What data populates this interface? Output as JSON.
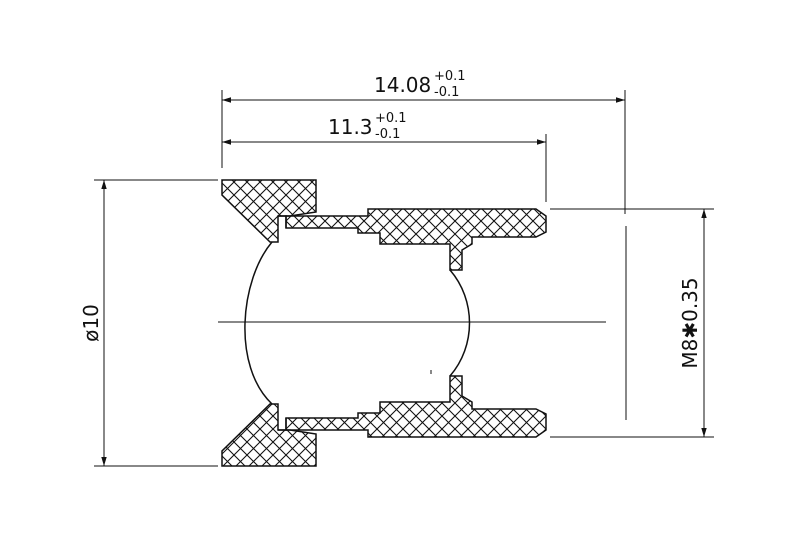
{
  "dimensions": {
    "overall_length": {
      "value": "14.08",
      "tol_upper": "+0.1",
      "tol_lower": "-0.1"
    },
    "thread_length": {
      "value": "11.3",
      "tol_upper": "+0.1",
      "tol_lower": "-0.1"
    },
    "outer_diameter": {
      "label": "ø10"
    },
    "thread_spec": {
      "label": "M8✱0.35"
    }
  },
  "colors": {
    "line": "#111111",
    "background": "#ffffff"
  }
}
